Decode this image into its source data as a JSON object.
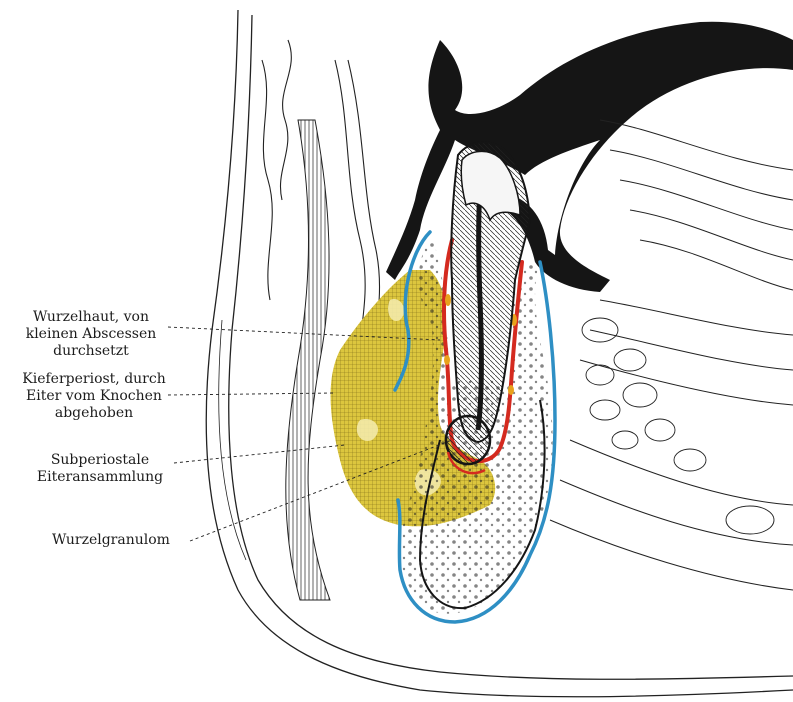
{
  "labels": {
    "wurzelhaut": [
      "Wurzelhaut, von",
      "kleinen Abscessen",
      "durchsetzt"
    ],
    "kieferperiost": [
      "Kieferperiost, durch",
      "Eiter vom Knochen",
      "abgehoben"
    ],
    "subperiostale": [
      "Subperiostale",
      "Eiteransammlung"
    ],
    "wurzelgranulom": [
      "Wurzelgranulom"
    ]
  },
  "colors": {
    "pus": "#dcc63e",
    "periosteum": "#2e8fc4",
    "root_membrane": "#d42a1f",
    "abscess": "#e8a21c",
    "ink": "#151515"
  }
}
